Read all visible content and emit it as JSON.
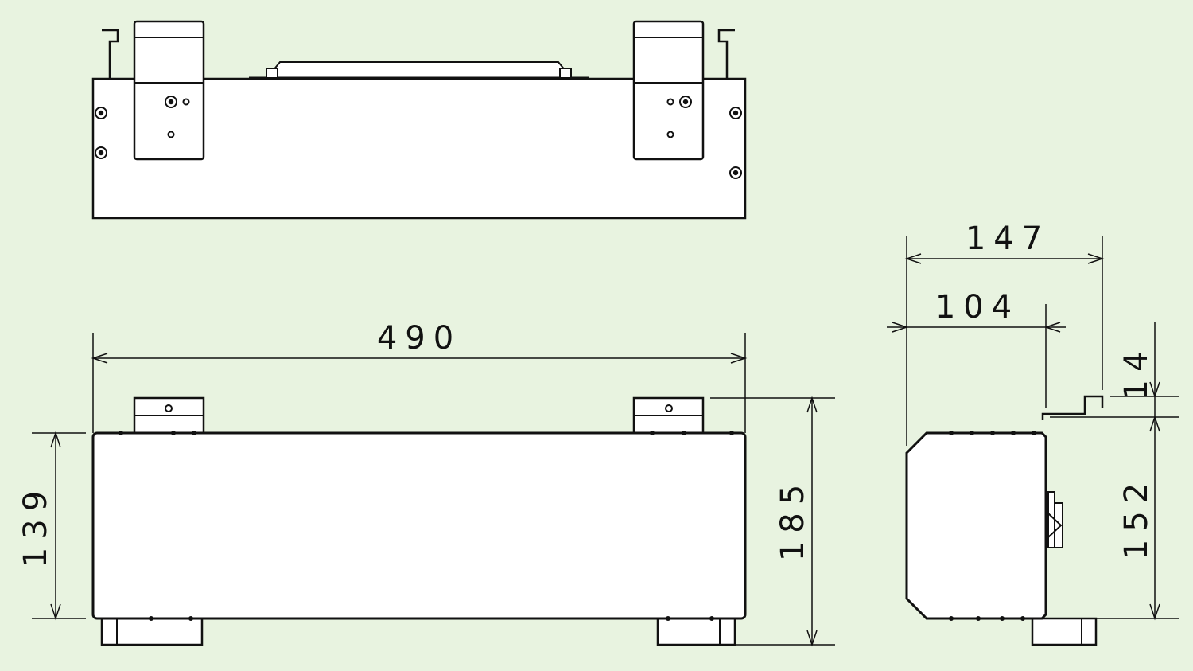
{
  "colors": {
    "background": "#e8f3e0",
    "line": "#111111",
    "part_fill": "#ffffff"
  },
  "dimensions": {
    "width": "490",
    "front_height": "139",
    "overall_height": "185",
    "side_depth": "147",
    "side_body_depth": "104",
    "side_bracket_height": "14",
    "side_body_height": "152"
  }
}
